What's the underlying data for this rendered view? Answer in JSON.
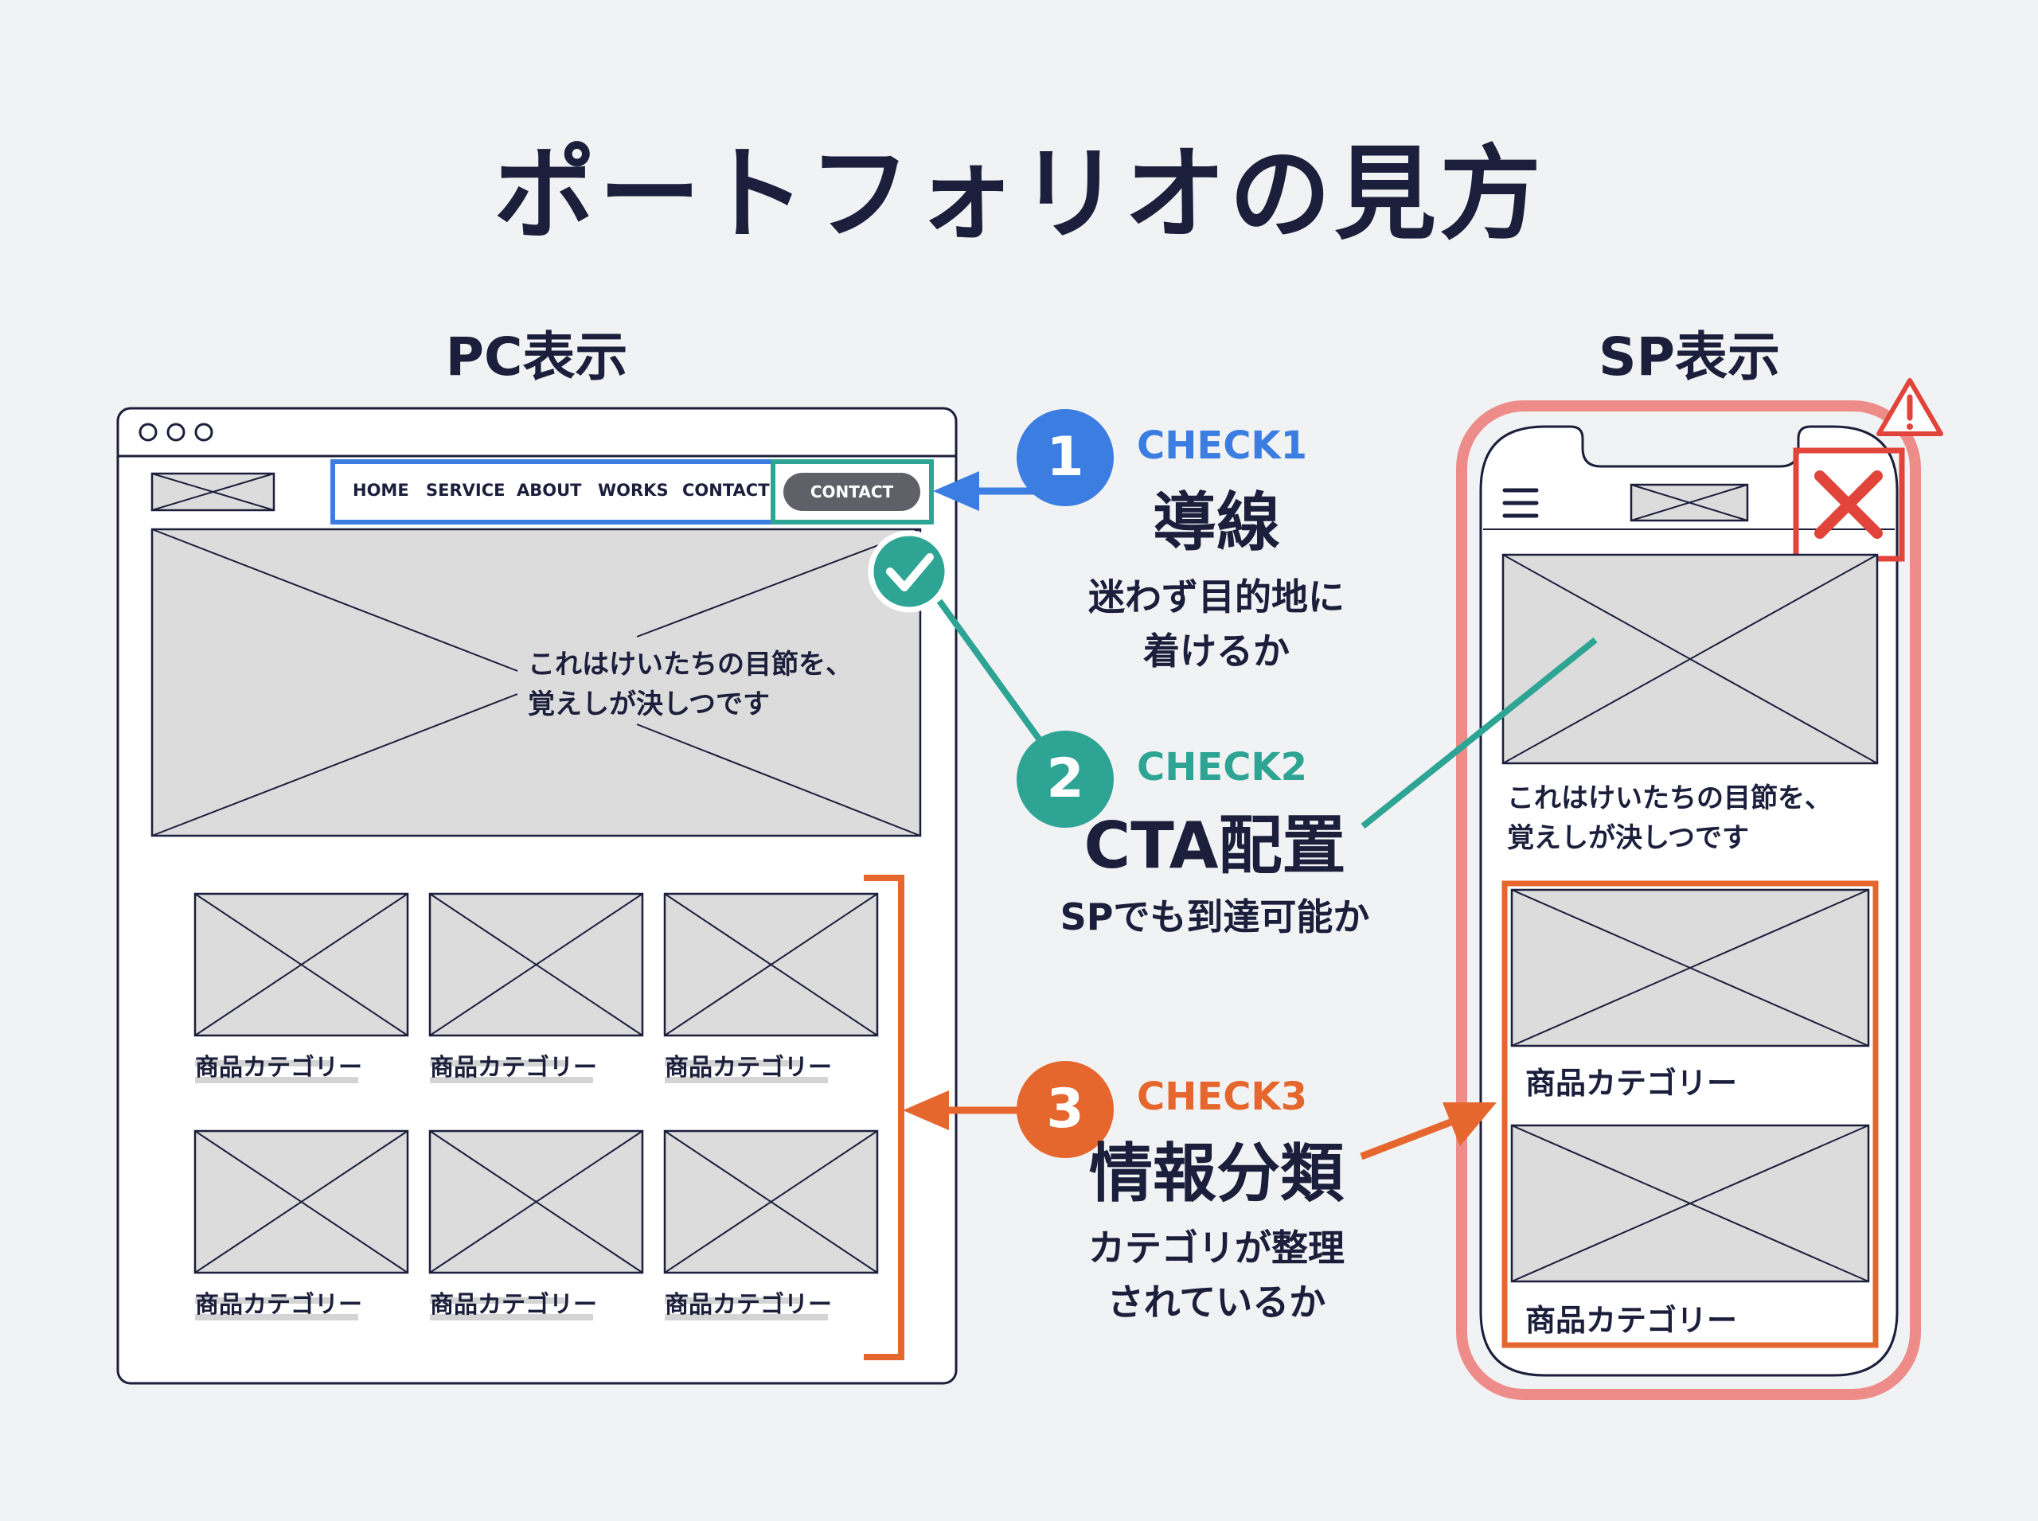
{
  "title": "ポートフォリオの見方",
  "pc": {
    "label": "PC表示",
    "nav": [
      "HOME",
      "SERVICE",
      "ABOUT",
      "WORKS",
      "CONTACT"
    ],
    "cta": "CONTACT",
    "hero_text": [
      "これはけいたちの目節を、",
      "覚えしが決しつです"
    ],
    "cards": [
      "商品カテゴリー",
      "商品カテゴリー",
      "商品カテゴリー",
      "商品カテゴリー",
      "商品カテゴリー",
      "商品カテゴリー"
    ]
  },
  "sp": {
    "label": "SP表示",
    "hero_text": [
      "これはけいたちの目節を、",
      "覚えしが決しつです"
    ],
    "cards": [
      "商品カテゴリー",
      "商品カテゴリー"
    ]
  },
  "checks": [
    {
      "number": "1",
      "tag": "CHECK1",
      "title": "導線",
      "desc": [
        "迷わず目的地に",
        "着けるか"
      ],
      "color": "#3b7de0"
    },
    {
      "number": "2",
      "tag": "CHECK2",
      "title": "CTA配置",
      "desc": [
        "SPでも到達可能か"
      ],
      "color": "#2ea594"
    },
    {
      "number": "3",
      "tag": "CHECK3",
      "title": "情報分類",
      "desc": [
        "カテゴリが整理",
        "されているか"
      ],
      "color": "#e5672d"
    }
  ],
  "colors": {
    "navy": "#1b1f3b",
    "blue": "#3b7de0",
    "teal": "#2ea594",
    "orange": "#e5672d",
    "red": "#e0443a",
    "pink": "#f08a8a"
  }
}
